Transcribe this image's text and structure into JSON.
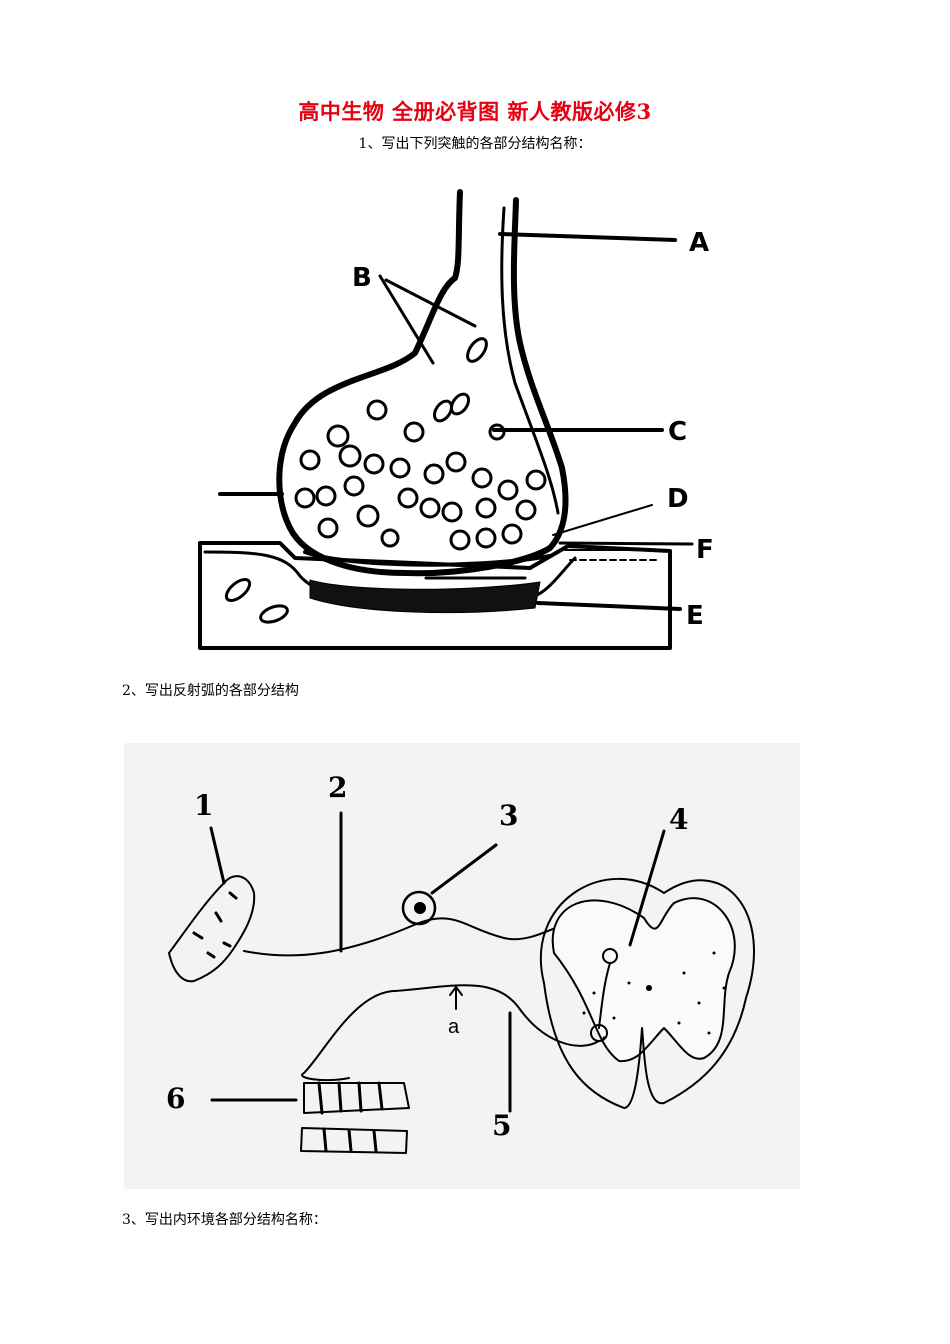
{
  "doc": {
    "title": "高中生物 全册必背图 新人教版必修3",
    "q1": "1、写出下列突触的各部分结构名称：",
    "q2": "2、写出反射弧的各部分结构",
    "q3": "3、写出内环境各部分结构名称："
  },
  "synapse_labels": [
    "A",
    "B",
    "C",
    "D",
    "F",
    "E"
  ],
  "reflex_labels": [
    "1",
    "2",
    "3",
    "4",
    "5",
    "6",
    "a"
  ]
}
